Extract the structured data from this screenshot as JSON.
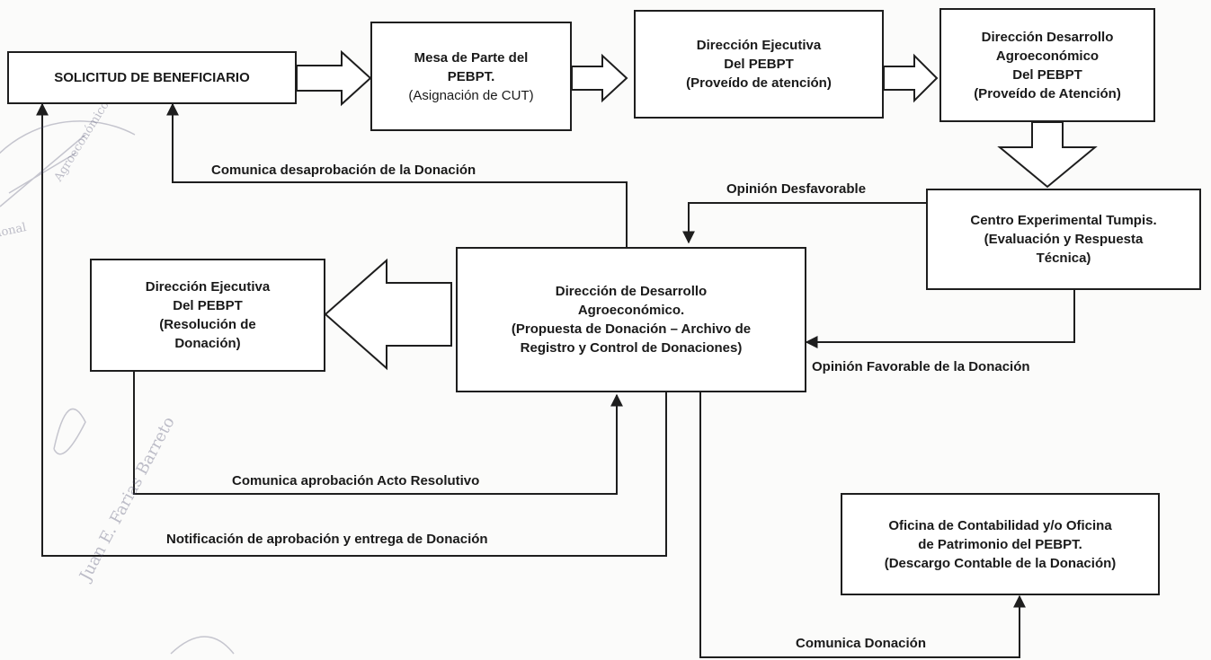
{
  "boxes": {
    "solicitud": {
      "lines": [
        "SOLICITUD DE BENEFICIARIO"
      ]
    },
    "mesa_parte": {
      "lines": [
        "Mesa de Parte del",
        "PEBPT."
      ],
      "sub": "(Asignación de CUT)"
    },
    "dir_ejecutiva_top": {
      "lines": [
        "Dirección Ejecutiva",
        "Del PEBPT",
        "(Proveído de atención)"
      ]
    },
    "dir_desarrollo_top": {
      "lines": [
        "Dirección Desarrollo",
        "Agroeconómico",
        "Del PEBPT",
        "(Proveído de Atención)"
      ]
    },
    "centro_experimental": {
      "lines": [
        "Centro Experimental Tumpis.",
        "(Evaluación y Respuesta",
        "Técnica)"
      ]
    },
    "dir_desarrollo_mid": {
      "lines": [
        "Dirección de Desarrollo",
        "Agroeconómico.",
        "(Propuesta de Donación – Archivo de",
        "Registro y Control de Donaciones)"
      ]
    },
    "dir_ejecutiva_left": {
      "lines": [
        "Dirección Ejecutiva",
        "Del PEBPT",
        "(Resolución de",
        "Donación)"
      ]
    },
    "oficina_contabilidad": {
      "lines": [
        "Oficina de Contabilidad y/o Oficina",
        "de Patrimonio del PEBPT.",
        "(Descargo Contable de la Donación)"
      ]
    }
  },
  "labels": {
    "desaprobacion": "Comunica desaprobación  de la Donación",
    "desfavorable": "Opinión Desfavorable",
    "favorable": "Opinión Favorable de la Donación",
    "aprobacion": "Comunica aprobación Acto Resolutivo",
    "notificacion": "Notificación de aprobación y entrega de Donación",
    "comunica_donacion": "Comunica Donación"
  },
  "colors": {
    "line": "#1e1e1e",
    "background": "#fbfbfa"
  }
}
